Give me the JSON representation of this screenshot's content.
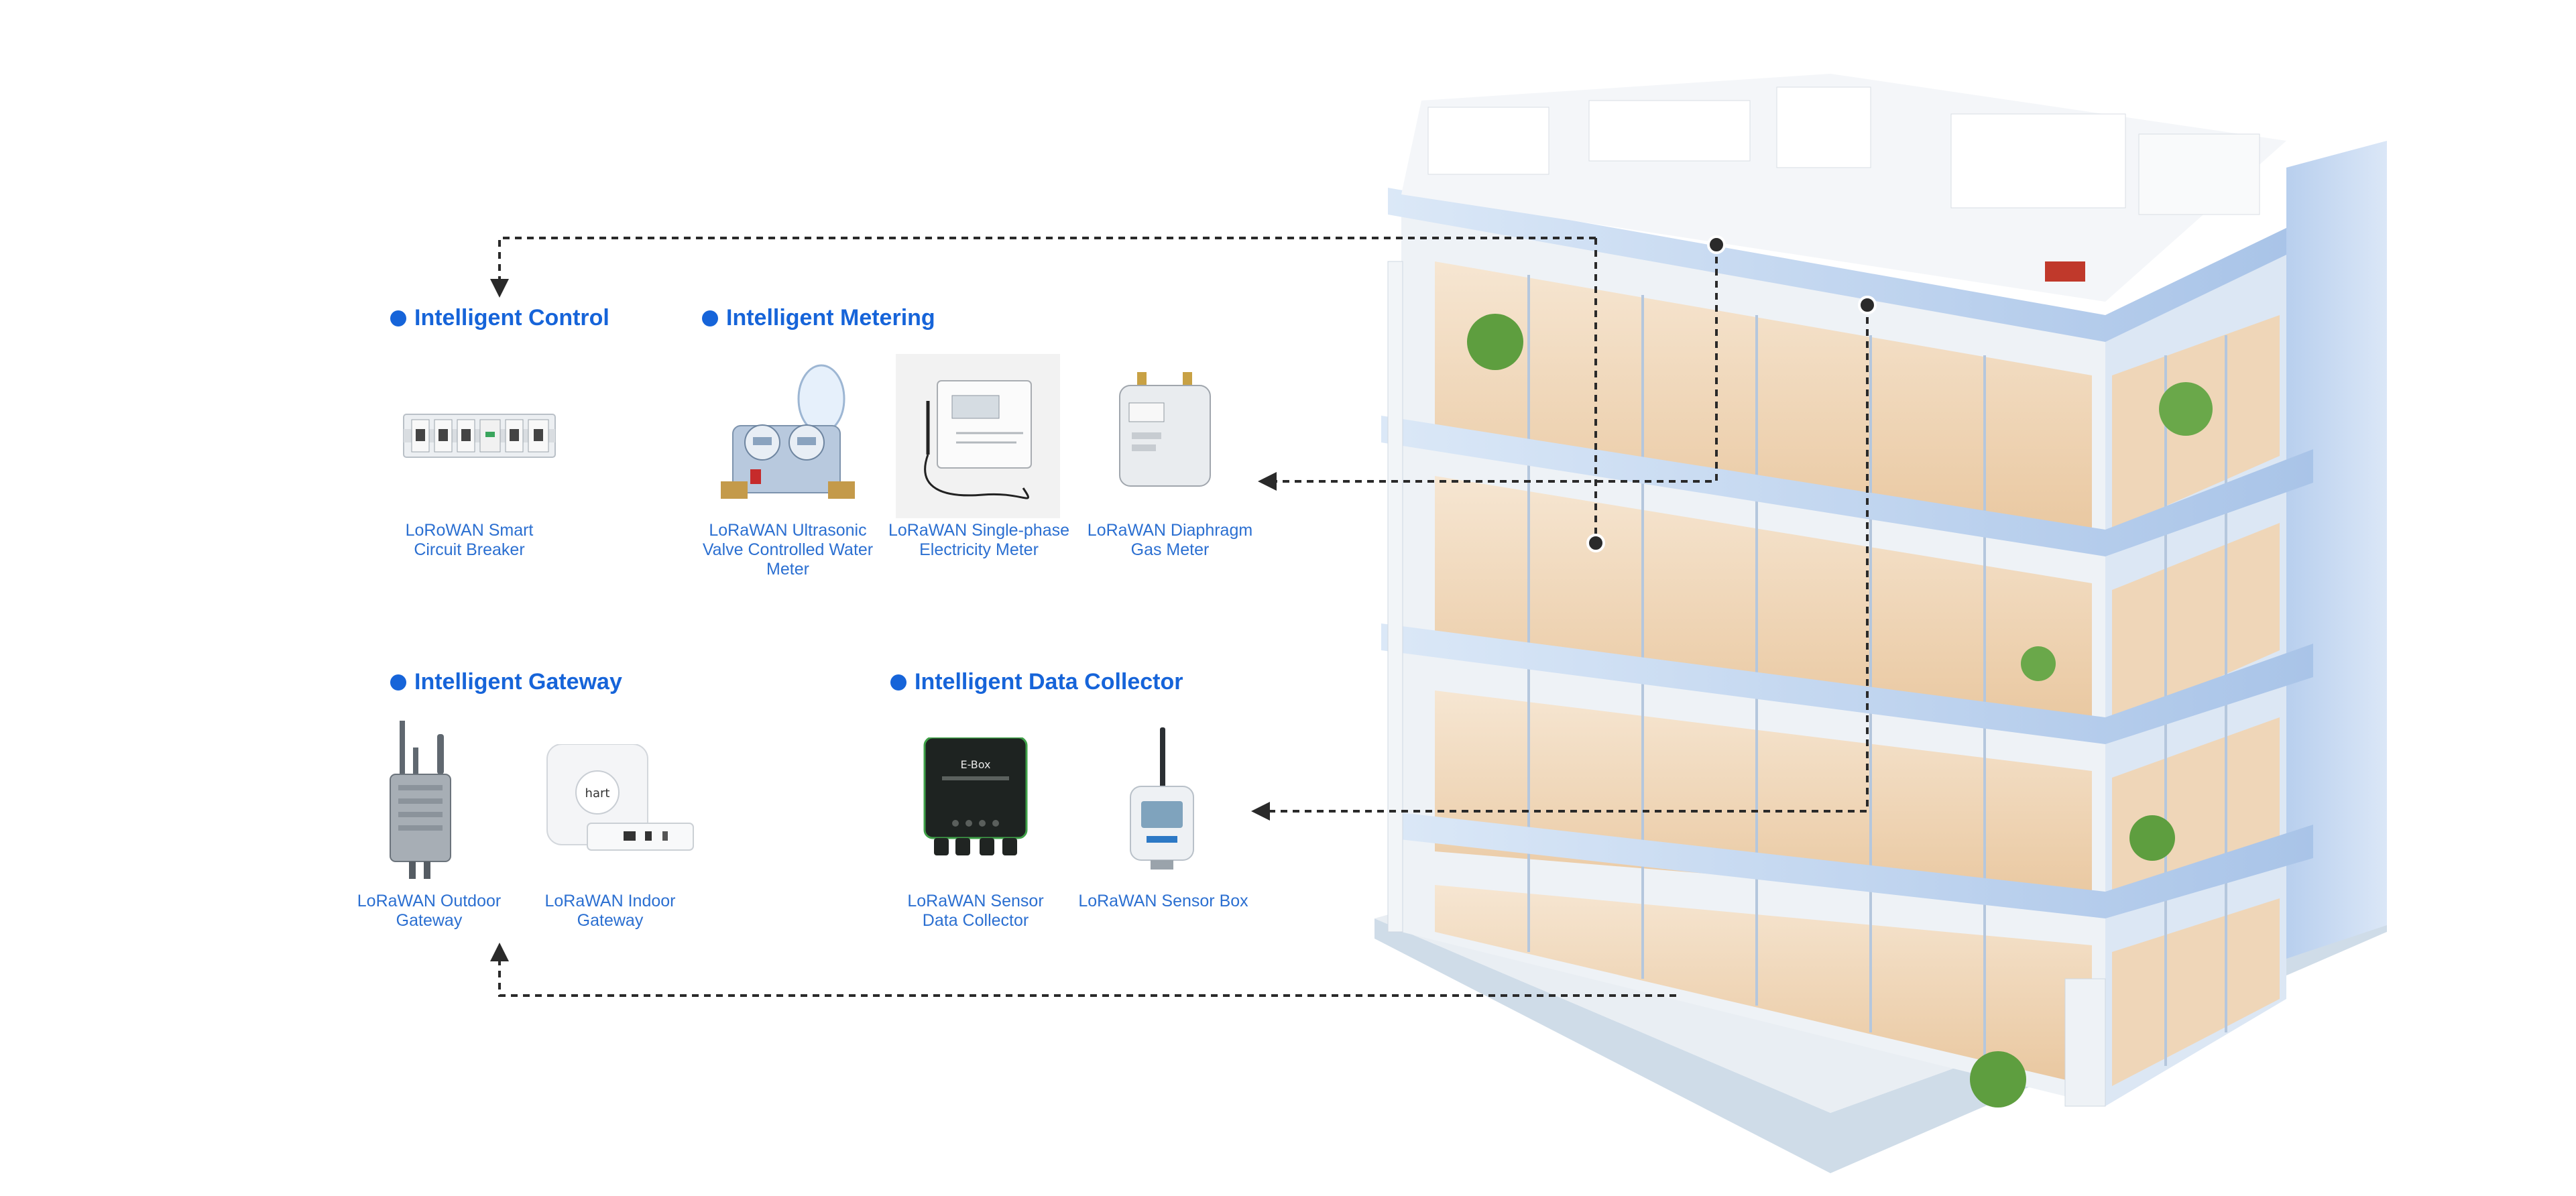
{
  "colors": {
    "accent": "#1664d9",
    "label_text": "#2b6fd1",
    "connector": "#2a2a2a",
    "facade": "#c8dcf4",
    "glass_warm": "#f3dcc0"
  },
  "sections": [
    {
      "id": "control",
      "title": "Intelligent Control",
      "products": [
        {
          "name": "LoRoWAN Smart Circuit Breaker",
          "icon": "circuit-breaker-icon"
        }
      ]
    },
    {
      "id": "metering",
      "title": "Intelligent Metering",
      "products": [
        {
          "name": "LoRaWAN Ultrasonic Valve Controlled Water Meter",
          "icon": "water-meter-icon"
        },
        {
          "name": "LoRaWAN Single-phase Electricity Meter",
          "icon": "electricity-meter-icon"
        },
        {
          "name": "LoRaWAN Diaphragm Gas Meter",
          "icon": "gas-meter-icon"
        }
      ]
    },
    {
      "id": "gateway",
      "title": "Intelligent Gateway",
      "products": [
        {
          "name": "LoRaWAN Outdoor Gateway",
          "icon": "outdoor-gateway-icon"
        },
        {
          "name": "LoRaWAN Indoor Gateway",
          "icon": "indoor-gateway-icon",
          "device_text": "hart"
        }
      ]
    },
    {
      "id": "collector",
      "title": "Intelligent Data Collector",
      "products": [
        {
          "name": "LoRaWAN  Sensor Data Collector",
          "icon": "data-collector-icon",
          "device_text": "E-Box"
        },
        {
          "name": "LoRaWAN Sensor Box",
          "icon": "sensor-box-icon"
        }
      ]
    }
  ]
}
